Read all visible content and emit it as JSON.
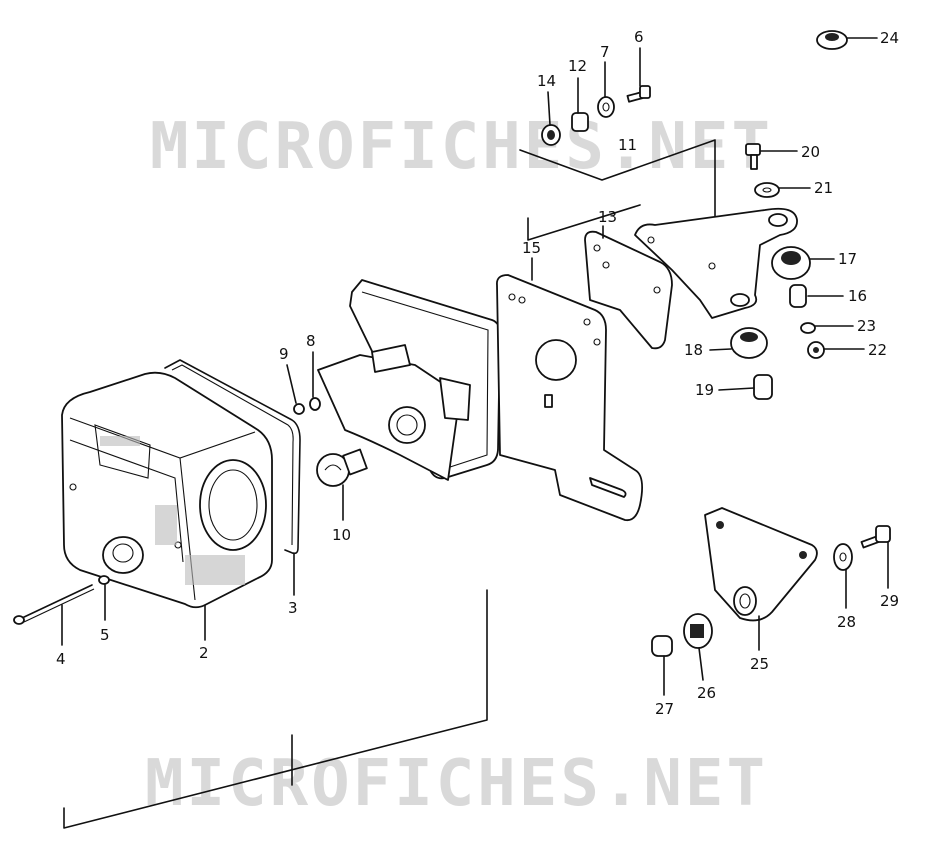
{
  "watermark": {
    "top": "MICROFICHES.NET",
    "bottom": "MICROFICHES.NET"
  },
  "callouts": [
    {
      "id": "c2",
      "label": "2"
    },
    {
      "id": "c3",
      "label": "3"
    },
    {
      "id": "c4",
      "label": "4"
    },
    {
      "id": "c5",
      "label": "5"
    },
    {
      "id": "c6",
      "label": "6"
    },
    {
      "id": "c7",
      "label": "7"
    },
    {
      "id": "c8",
      "label": "8"
    },
    {
      "id": "c9",
      "label": "9"
    },
    {
      "id": "c10",
      "label": "10"
    },
    {
      "id": "c11",
      "label": "11"
    },
    {
      "id": "c12",
      "label": "12"
    },
    {
      "id": "c13",
      "label": "13"
    },
    {
      "id": "c14",
      "label": "14"
    },
    {
      "id": "c15",
      "label": "15"
    },
    {
      "id": "c16",
      "label": "16"
    },
    {
      "id": "c17",
      "label": "17"
    },
    {
      "id": "c18",
      "label": "18"
    },
    {
      "id": "c19",
      "label": "19"
    },
    {
      "id": "c20",
      "label": "20"
    },
    {
      "id": "c21",
      "label": "21"
    },
    {
      "id": "c22",
      "label": "22"
    },
    {
      "id": "c23",
      "label": "23"
    },
    {
      "id": "c24",
      "label": "24"
    },
    {
      "id": "c25",
      "label": "25"
    },
    {
      "id": "c26",
      "label": "26"
    },
    {
      "id": "c27",
      "label": "27"
    },
    {
      "id": "c28",
      "label": "28"
    },
    {
      "id": "c29",
      "label": "29"
    }
  ]
}
